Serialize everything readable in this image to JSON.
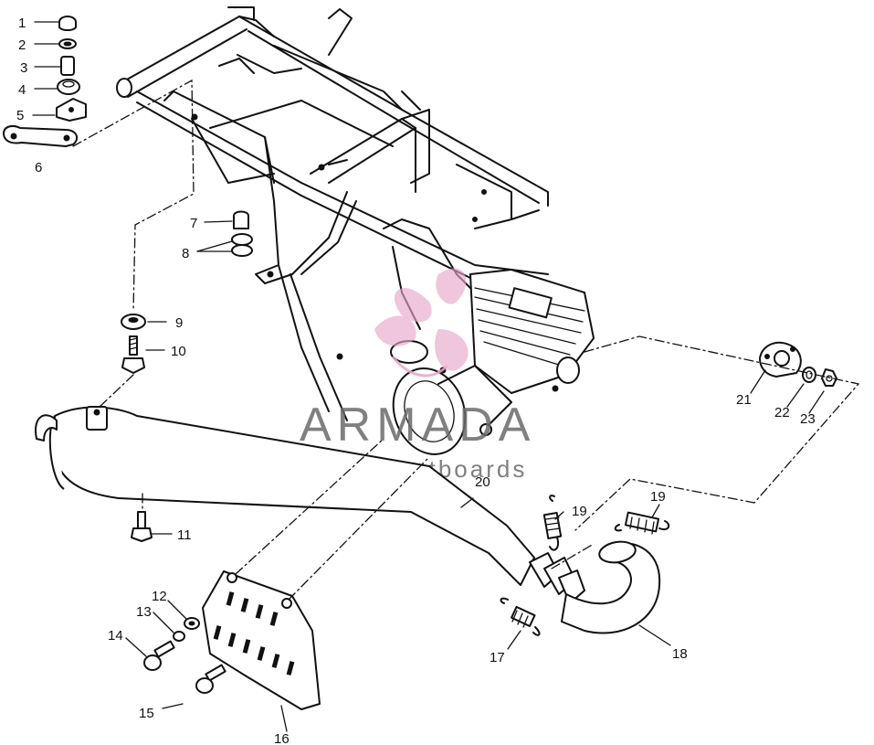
{
  "diagram": {
    "callouts": [
      {
        "id": "c1",
        "num": "1"
      },
      {
        "id": "c2",
        "num": "2"
      },
      {
        "id": "c3",
        "num": "3"
      },
      {
        "id": "c4",
        "num": "4"
      },
      {
        "id": "c5",
        "num": "5"
      },
      {
        "id": "c6",
        "num": "6"
      },
      {
        "id": "c7",
        "num": "7"
      },
      {
        "id": "c8",
        "num": "8"
      },
      {
        "id": "c9",
        "num": "9"
      },
      {
        "id": "c10",
        "num": "10"
      },
      {
        "id": "c11",
        "num": "11"
      },
      {
        "id": "c12",
        "num": "12"
      },
      {
        "id": "c13",
        "num": "13"
      },
      {
        "id": "c14",
        "num": "14"
      },
      {
        "id": "c15",
        "num": "15"
      },
      {
        "id": "c16",
        "num": "16"
      },
      {
        "id": "c17",
        "num": "17"
      },
      {
        "id": "c18",
        "num": "18"
      },
      {
        "id": "c19a",
        "num": "19"
      },
      {
        "id": "c19b",
        "num": "19"
      },
      {
        "id": "c20",
        "num": "20"
      },
      {
        "id": "c21",
        "num": "21"
      },
      {
        "id": "c22",
        "num": "22"
      },
      {
        "id": "c23",
        "num": "23"
      }
    ]
  },
  "watermark": {
    "title": "ARMADA",
    "subtitle": "marine outboards",
    "logo_color": "#e8a6c8",
    "text_color": "#6b6b6b"
  }
}
